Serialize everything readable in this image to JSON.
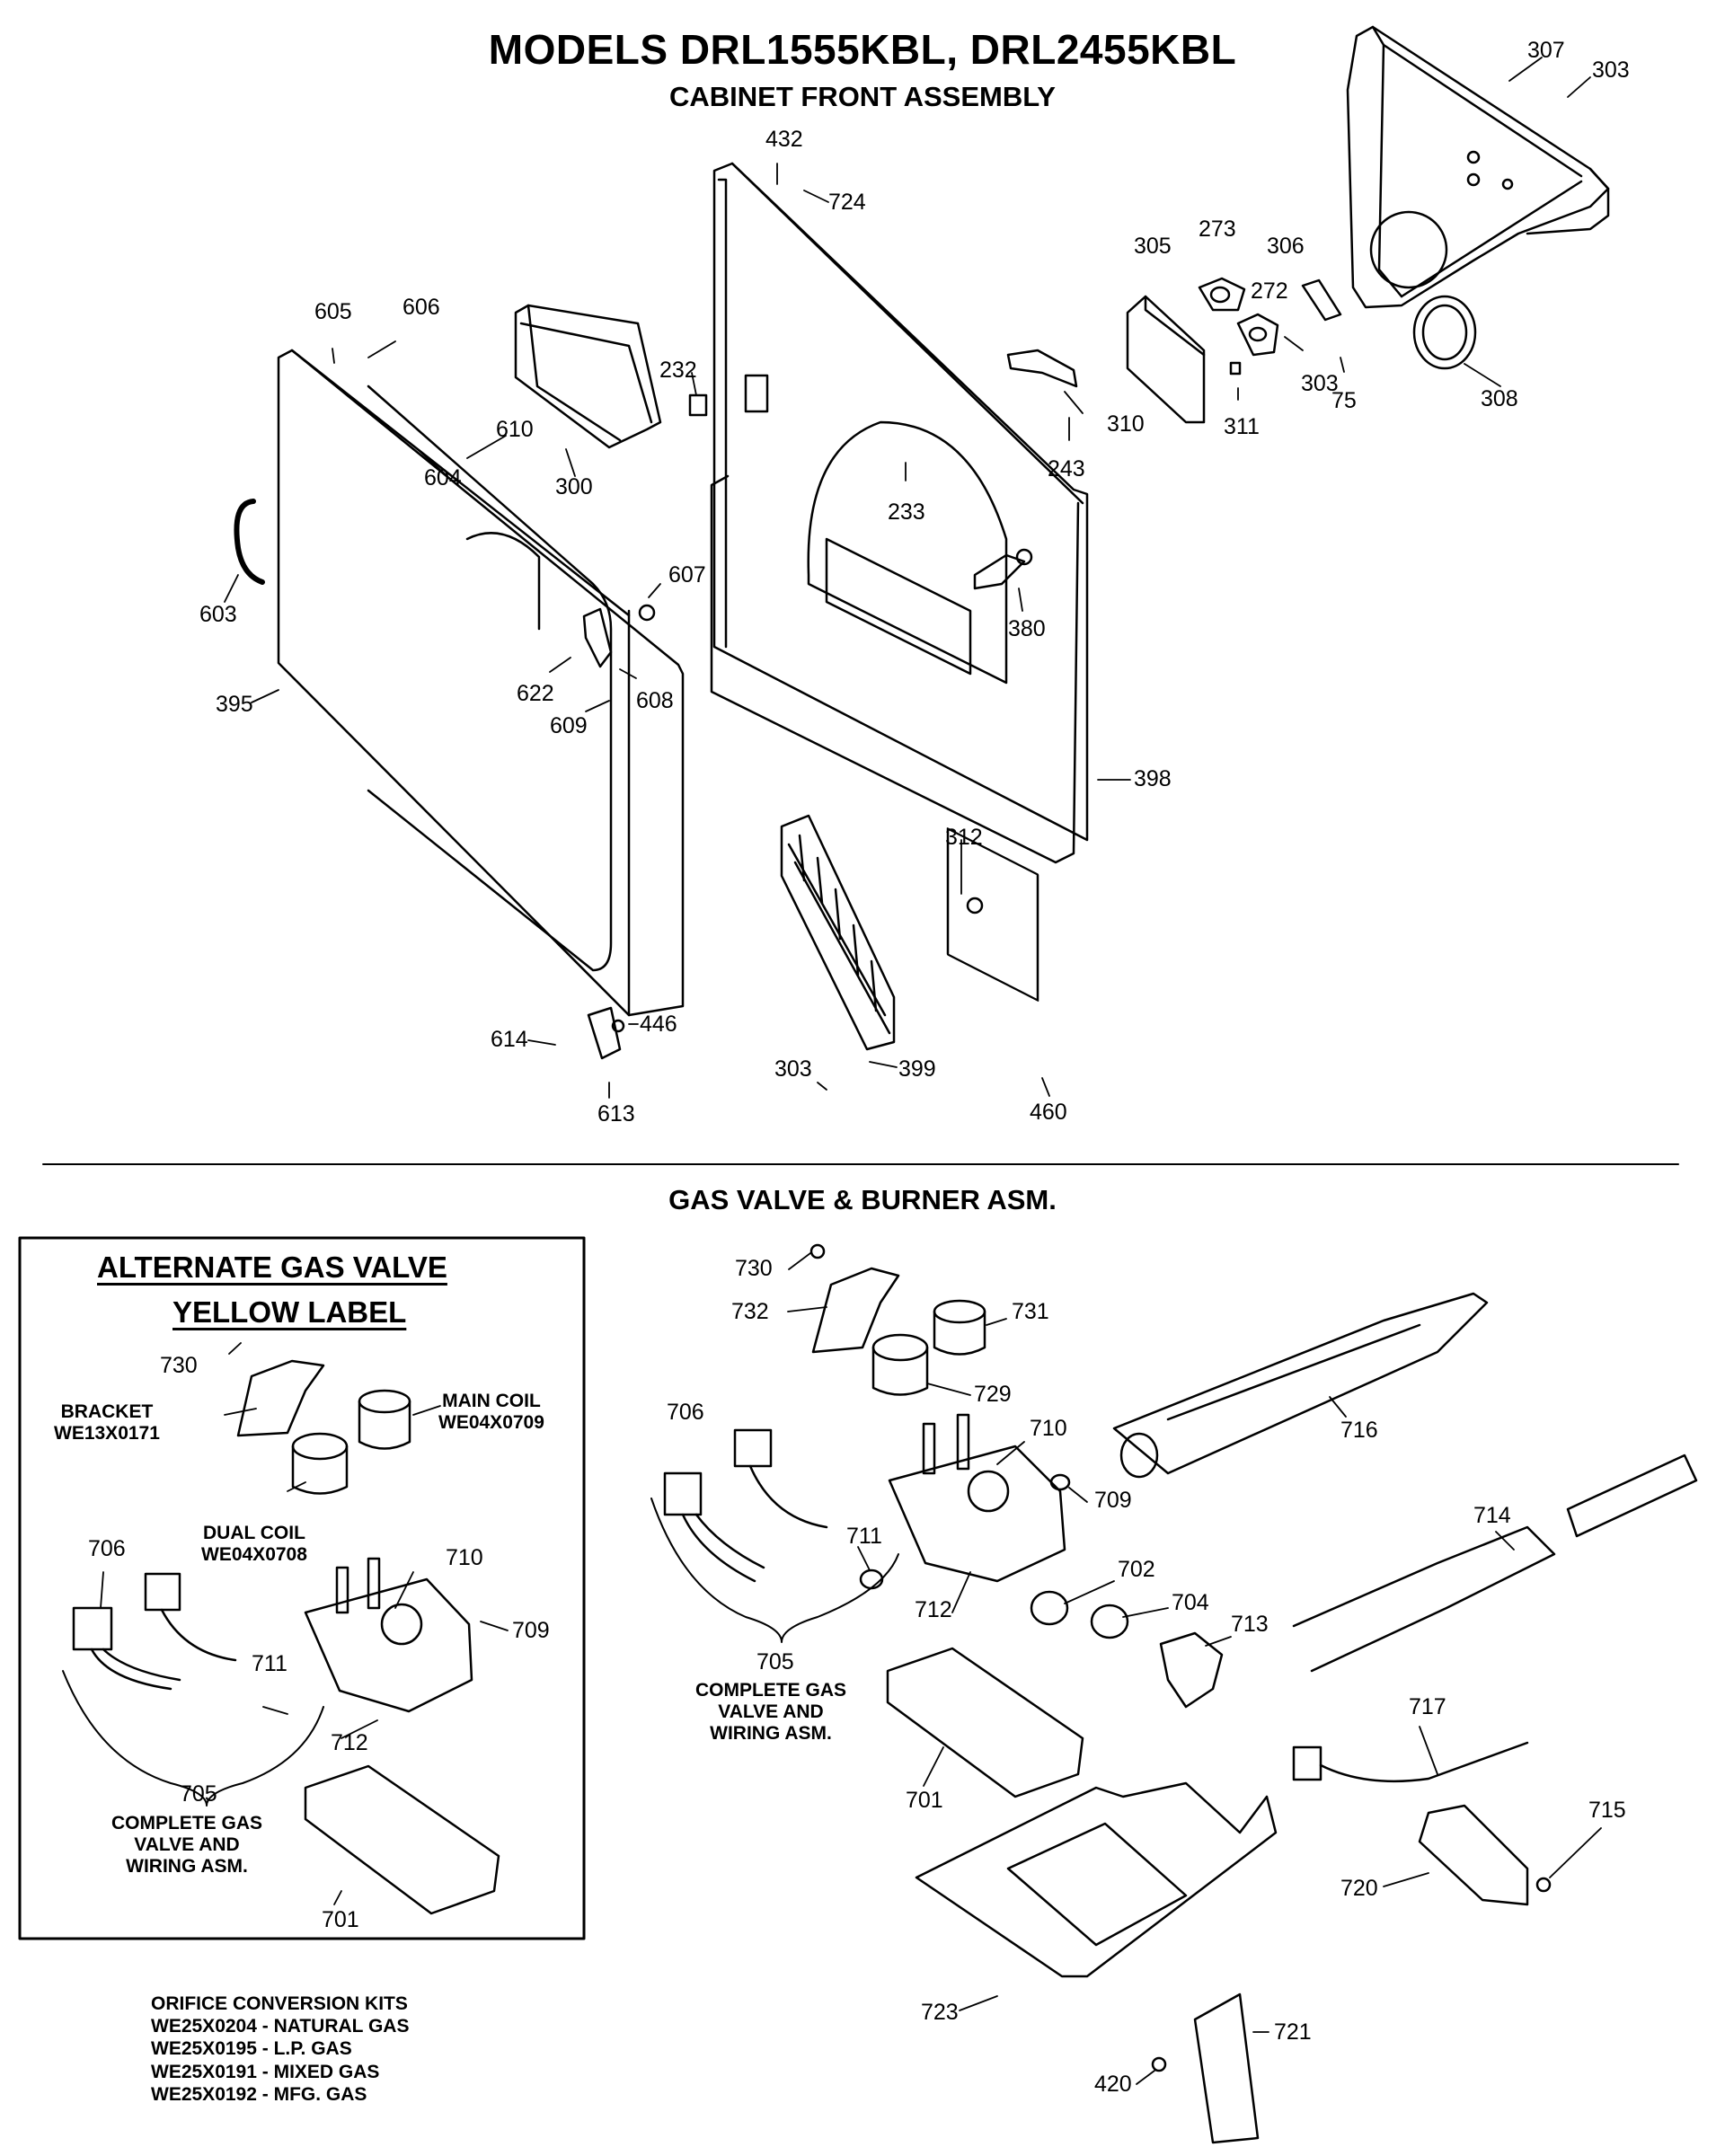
{
  "header": {
    "models": "MODELS DRL1555KBL, DRL2455KBL",
    "section1": "CABINET FRONT ASSEMBLY",
    "section2": "GAS VALVE & BURNER ASM."
  },
  "alternate_box": {
    "heading1": "ALTERNATE GAS VALVE",
    "heading2": "YELLOW LABEL",
    "bracket": "BRACKET\nWE13X0171",
    "main_coil": "MAIN COIL\nWE04X0709",
    "dual_coil": "DUAL COIL\nWE04X0708",
    "complete": "COMPLETE GAS\nVALVE AND\nWIRING ASM."
  },
  "main_complete": "COMPLETE GAS\nVALVE AND\nWIRING ASM.",
  "orifice_kits": {
    "title": "ORIFICE CONVERSION KITS",
    "items": [
      "WE25X0204 - NATURAL GAS",
      "WE25X0195 - L.P. GAS",
      "WE25X0191 - MIXED GAS",
      "WE25X0192 - MFG. GAS"
    ]
  },
  "cabinet_labels": [
    "307",
    "303",
    "432",
    "724",
    "305",
    "273",
    "306",
    "272",
    "303",
    "75",
    "308",
    "605",
    "606",
    "232",
    "610",
    "300",
    "604",
    "243",
    "310",
    "311",
    "233",
    "380",
    "603",
    "607",
    "622",
    "608",
    "609",
    "395",
    "398",
    "312",
    "614",
    "446",
    "613",
    "303",
    "399",
    "460"
  ],
  "gas_labels": [
    "730",
    "732",
    "731",
    "729",
    "706",
    "710",
    "709",
    "716",
    "711",
    "712",
    "702",
    "704",
    "713",
    "714",
    "705",
    "701",
    "717",
    "715",
    "720",
    "723",
    "721",
    "420"
  ],
  "alt_labels": [
    "730",
    "706",
    "710",
    "709",
    "711",
    "712",
    "705",
    "701"
  ]
}
